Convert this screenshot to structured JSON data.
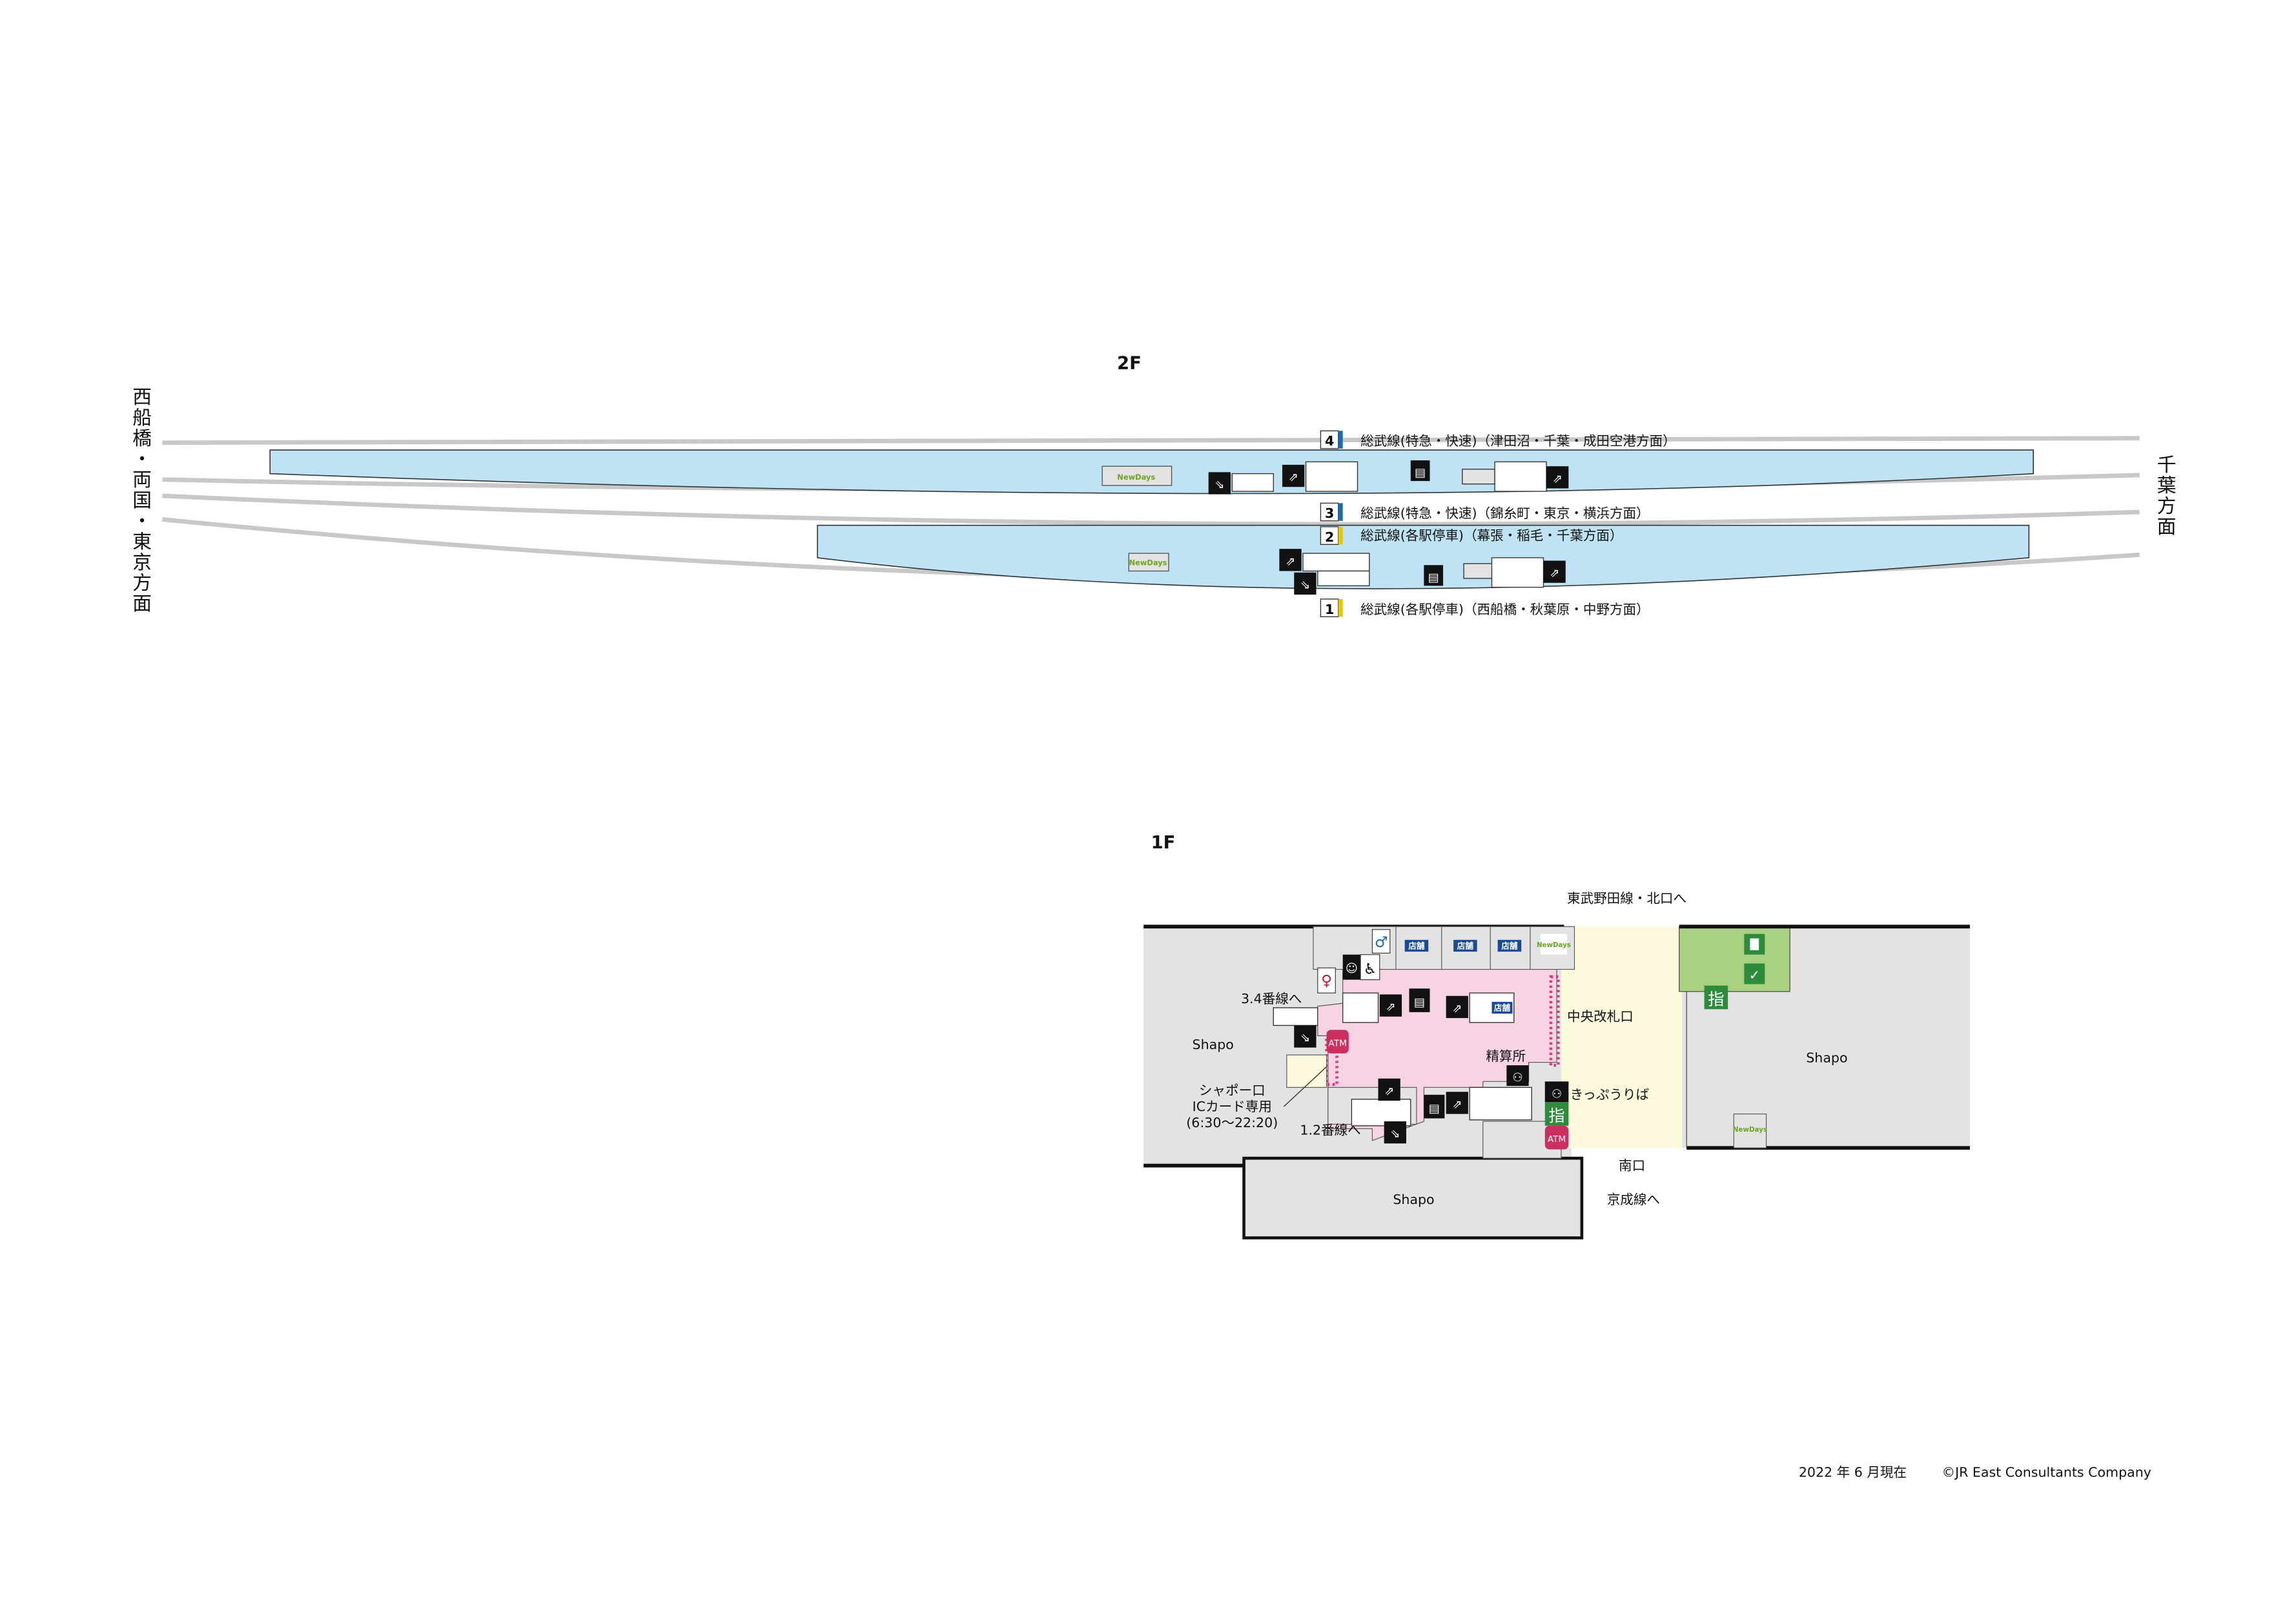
{
  "floors": {
    "upper": {
      "label": "2F",
      "west_direction": "西船橋・両国・東京方面",
      "east_direction": "千葉方面",
      "tracks": [
        {
          "number": "4",
          "line_color": "#1a6bb5",
          "label": "総武線(特急・快速)（津田沼・千葉・成田空港方面）"
        },
        {
          "number": "3",
          "line_color": "#1a6bb5",
          "label": "総武線(特急・快速)（錦糸町・東京・横浜方面）"
        },
        {
          "number": "2",
          "line_color": "#e8c400",
          "label": "総武線(各駅停車)（幕張・稲毛・千葉方面）"
        },
        {
          "number": "1",
          "line_color": "#e8c400",
          "label": "総武線(各駅停車)（西船橋・秋葉原・中野方面）"
        }
      ],
      "shop_logo": "NewDays"
    },
    "ground": {
      "label": "1F",
      "north_exit": "東武野田線・北口へ",
      "central_gate": "中央改札口",
      "fare_adjustment": "精算所",
      "ticket_office": "きっぷうりば",
      "south_exit": "南口",
      "keisei": "京成線へ",
      "to_tracks_34": "3.4番線へ",
      "to_tracks_12": "1.2番線へ",
      "shapo_gate": [
        "シャポー口",
        "ICカード専用",
        "(6:30〜22:20)"
      ],
      "shapo": "Shapo",
      "shop": "店舗",
      "atm": "ATM",
      "reserved_seat": "指",
      "shop_logo": "NewDays"
    }
  },
  "icons": [
    "escalator-icon",
    "stairs-up-icon",
    "elevator-icon",
    "toilet-men-icon",
    "toilet-women-icon",
    "baby-care-icon",
    "wheelchair-icon",
    "ticket-machine-icon",
    "green-window-icon"
  ],
  "colors": {
    "platform": "#bde3f5",
    "concourse": "#f8d3e3",
    "gate_area": "#fdf9dc",
    "shapo": "#e3e3e3",
    "green": "#a8d27f",
    "atm": "#c9305f",
    "shop": "#1e4b8f"
  },
  "footer": {
    "date": "2022 年 6 月現在",
    "copyright": "©JR East Consultants Company"
  }
}
